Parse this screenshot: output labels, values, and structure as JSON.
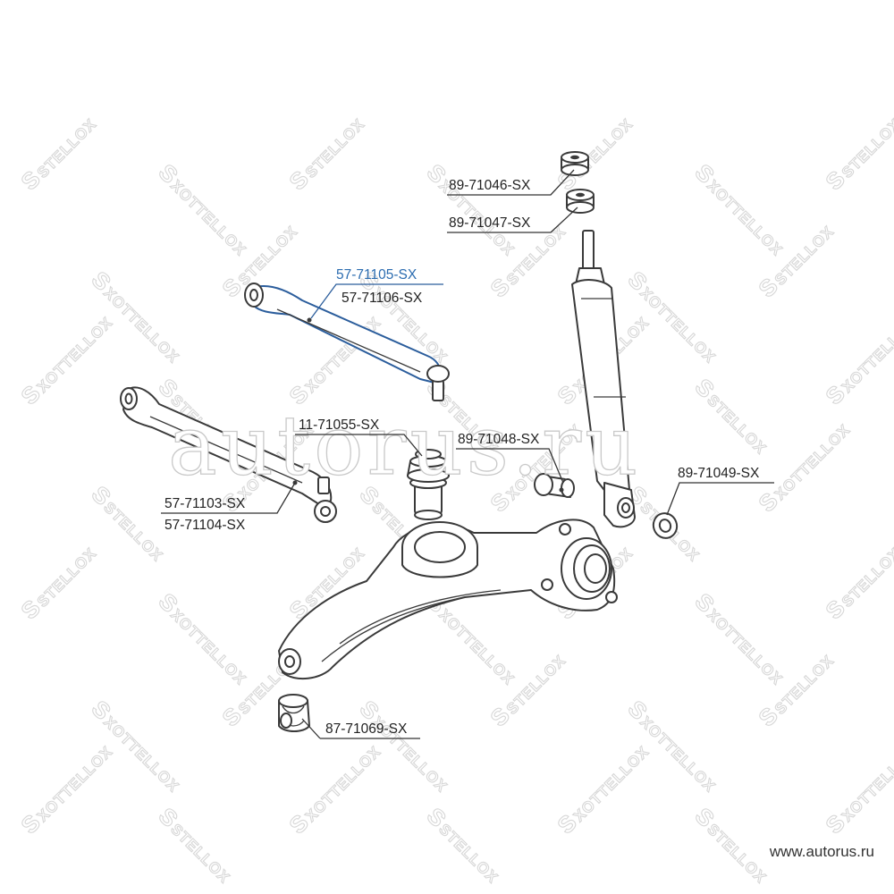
{
  "diagram": {
    "parts": [
      {
        "id": "57-71105-SX",
        "highlighted": true
      },
      {
        "id": "57-71106-SX",
        "highlighted": false
      },
      {
        "id": "57-71103-SX",
        "highlighted": false
      },
      {
        "id": "57-71104-SX",
        "highlighted": false
      },
      {
        "id": "11-71055-SX",
        "highlighted": false
      },
      {
        "id": "89-71046-SX",
        "highlighted": false
      },
      {
        "id": "89-71047-SX",
        "highlighted": false
      },
      {
        "id": "89-71048-SX",
        "highlighted": false
      },
      {
        "id": "89-71049-SX",
        "highlighted": false
      },
      {
        "id": "87-71069-SX",
        "highlighted": false
      }
    ],
    "highlight_color": "#2b6cb0",
    "line_color": "#333333"
  },
  "watermarks": {
    "brand_a": "STELLOX",
    "brand_b": "XOTTELLOX",
    "center": "autorus.ru",
    "footer": "www.autorus.ru"
  }
}
